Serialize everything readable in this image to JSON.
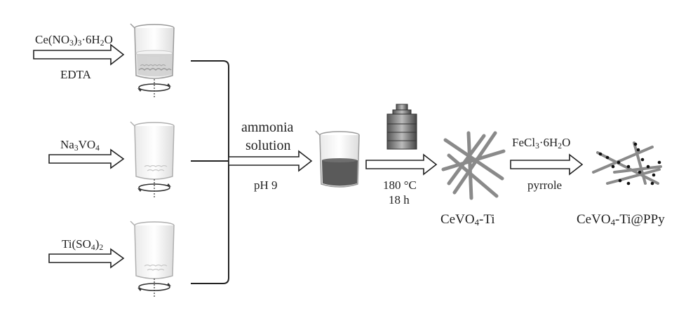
{
  "reagents": {
    "top": {
      "formula_pre": "Ce(NO",
      "formula_sub1": "3",
      "formula_mid": ")",
      "formula_sub2": "3",
      "formula_post": "·6H",
      "formula_sub3": "2",
      "formula_end": "O",
      "second_line": "EDTA"
    },
    "middle": {
      "formula_pre": "Na",
      "formula_sub1": "3",
      "formula_mid": "VO",
      "formula_sub2": "4"
    },
    "bottom": {
      "formula_pre": "Ti(SO",
      "formula_sub1": "4",
      "formula_post": ")",
      "formula_sub2": "2"
    }
  },
  "step1": {
    "line1": "ammonia",
    "line2": "solution",
    "condition": "pH 9"
  },
  "step2": {
    "temperature": "180 °C",
    "time": "18 h"
  },
  "product1": {
    "pre": "CeVO",
    "sub": "4",
    "post": "-Ti"
  },
  "step3": {
    "pre": "FeCl",
    "sub1": "3",
    "mid": "·6H",
    "sub2": "2",
    "post": "O",
    "line2": "pyrrole"
  },
  "product2": {
    "pre": "CeVO",
    "sub": "4",
    "post": "-Ti@PPy"
  },
  "colors": {
    "line": "#222222",
    "glass": "#9a9a9a",
    "dark_solution": "#5a5a5a",
    "rod": "#8a8a8a",
    "dot": "#111111"
  }
}
